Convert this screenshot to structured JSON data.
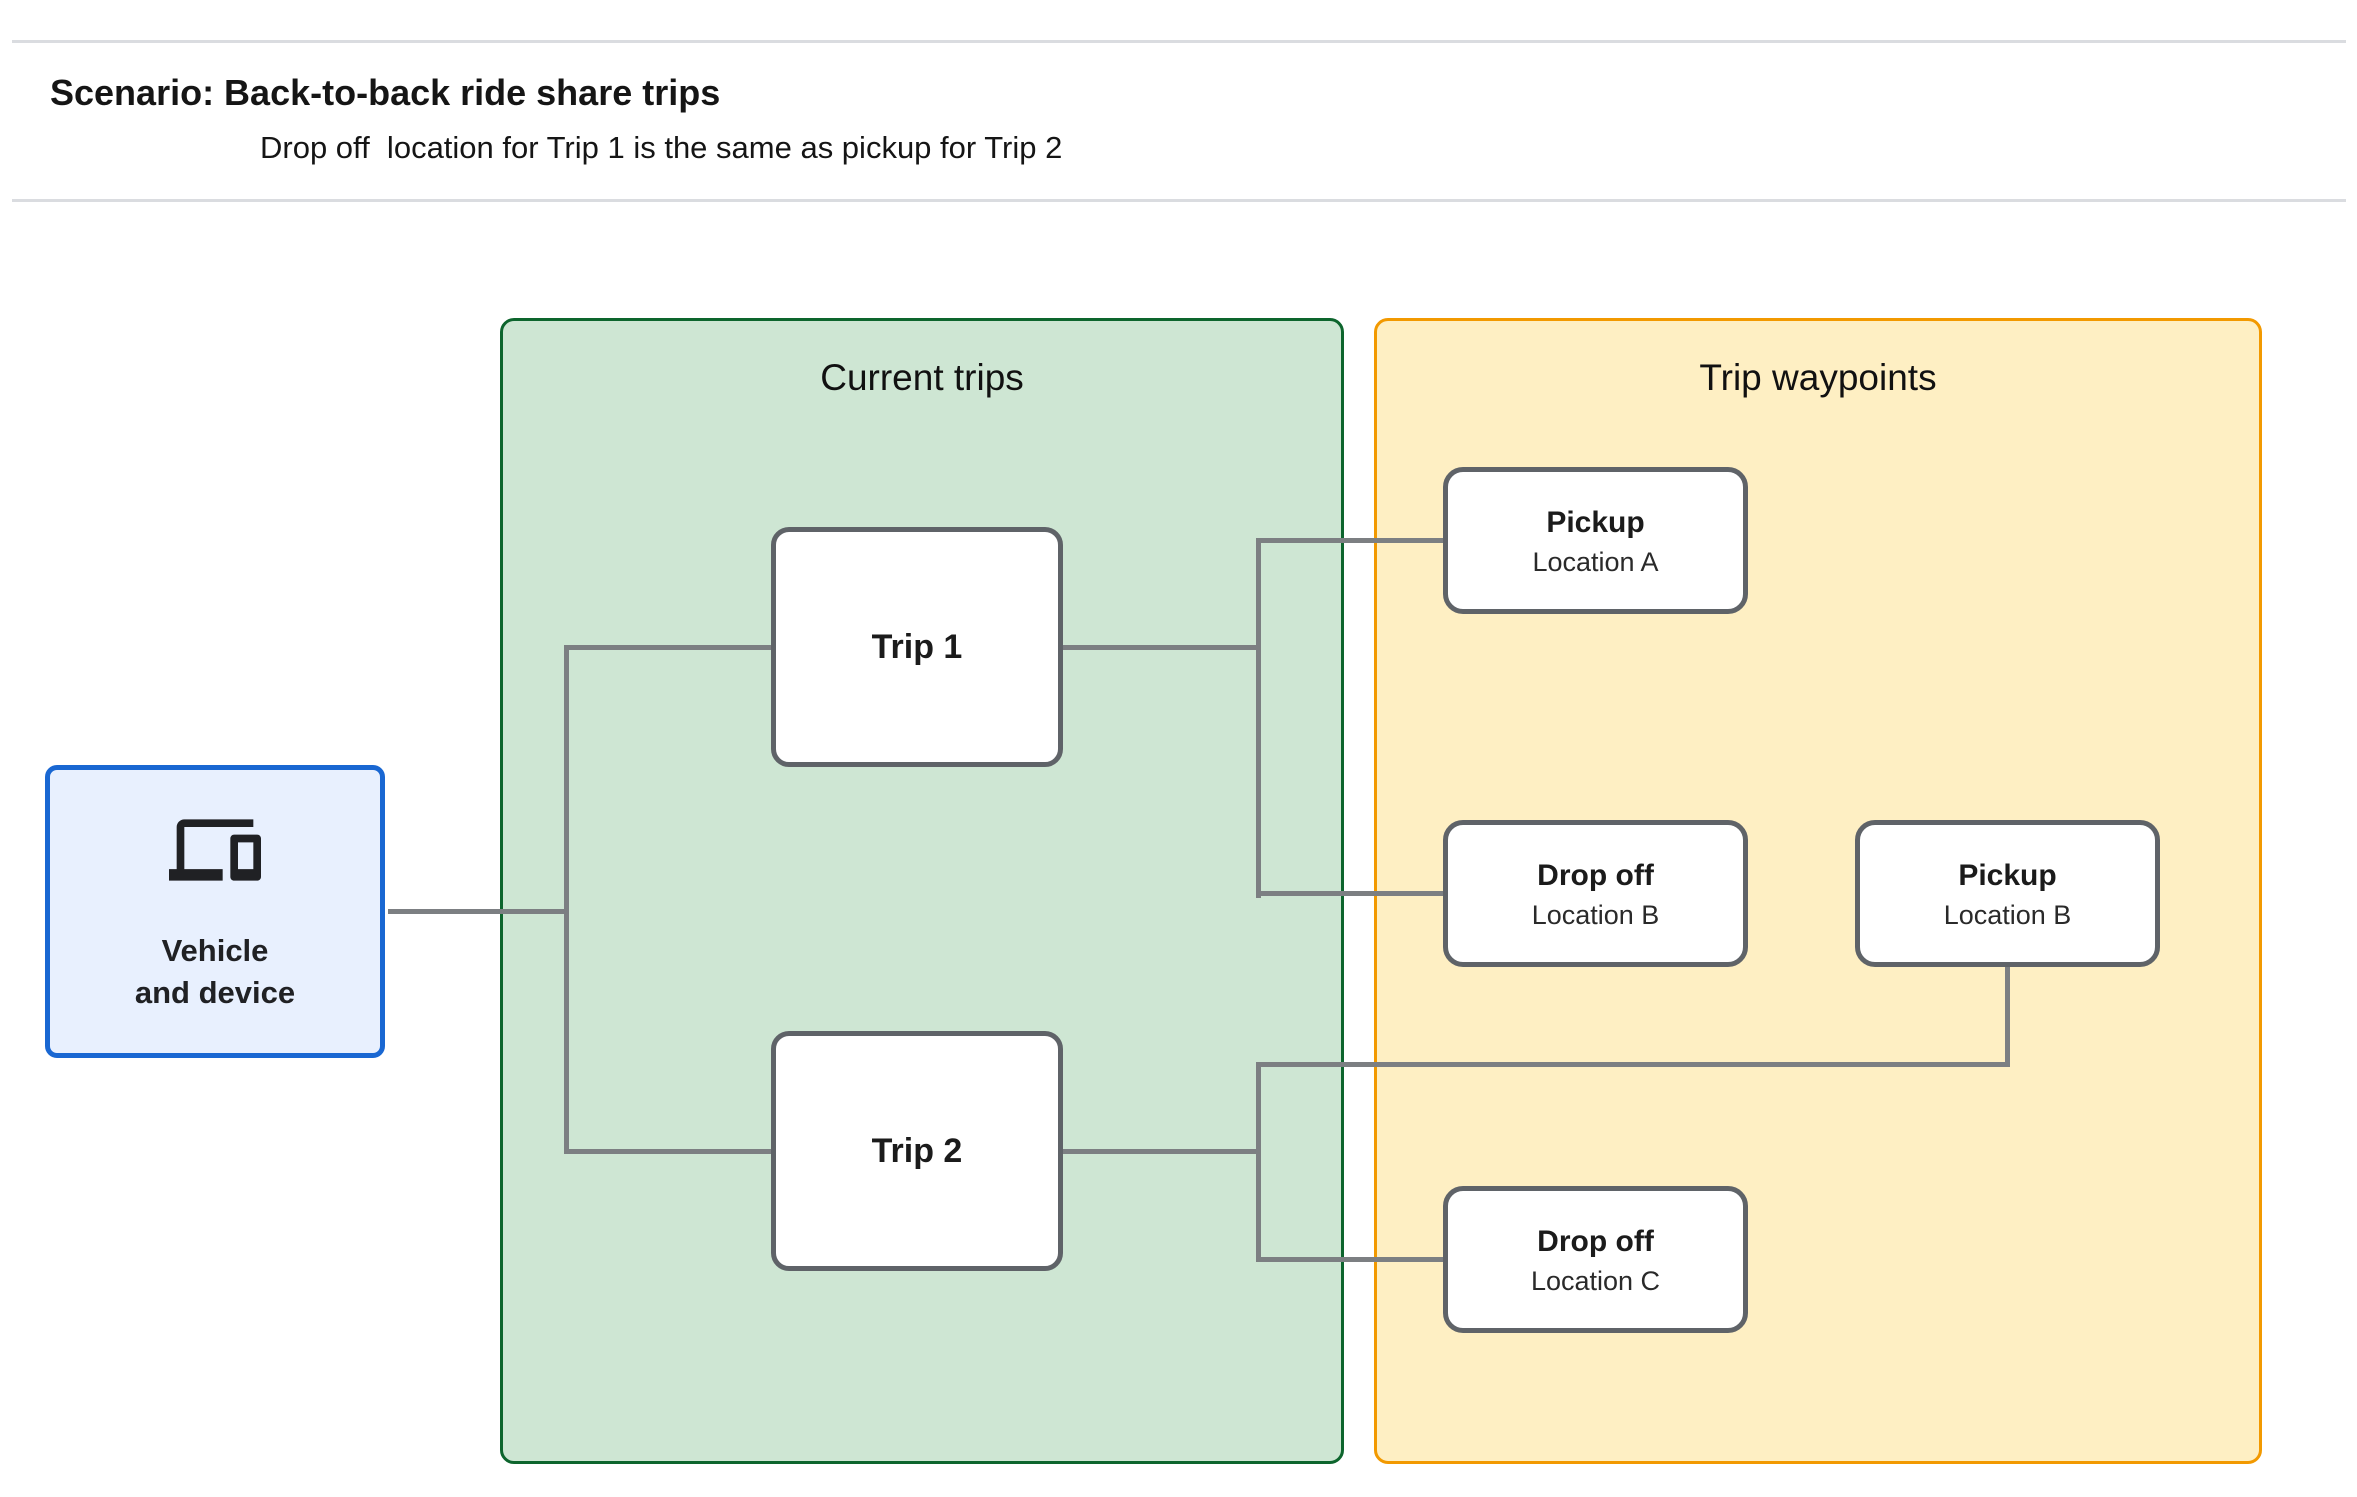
{
  "header": {
    "title": "Scenario: Back-to-back ride share trips",
    "subtitle": "Drop off  location for Trip 1 is the same as pickup for Trip 2"
  },
  "vehicle": {
    "icon": "devices-icon",
    "label_line1": "Vehicle",
    "label_line2": "and device"
  },
  "current_trips": {
    "title": "Current trips",
    "trips": [
      {
        "label": "Trip 1"
      },
      {
        "label": "Trip 2"
      }
    ]
  },
  "trip_waypoints": {
    "title": "Trip waypoints",
    "boxes": [
      {
        "title": "Pickup",
        "subtitle": "Location A"
      },
      {
        "title": "Drop off",
        "subtitle": "Location B"
      },
      {
        "title": "Pickup",
        "subtitle": "Location B"
      },
      {
        "title": "Drop off",
        "subtitle": "Location C"
      }
    ]
  },
  "colors": {
    "vehicle_fill": "#E8F0FE",
    "vehicle_border": "#1967D2",
    "current_trips_fill": "#CEE6D3",
    "current_trips_border": "#0D652D",
    "trip_waypoints_fill": "#FEEFC3",
    "trip_waypoints_border": "#F29900",
    "node_border": "#5F6368",
    "connector": "#7C7F82",
    "divider": "#DADCE0",
    "text": "#202124"
  }
}
